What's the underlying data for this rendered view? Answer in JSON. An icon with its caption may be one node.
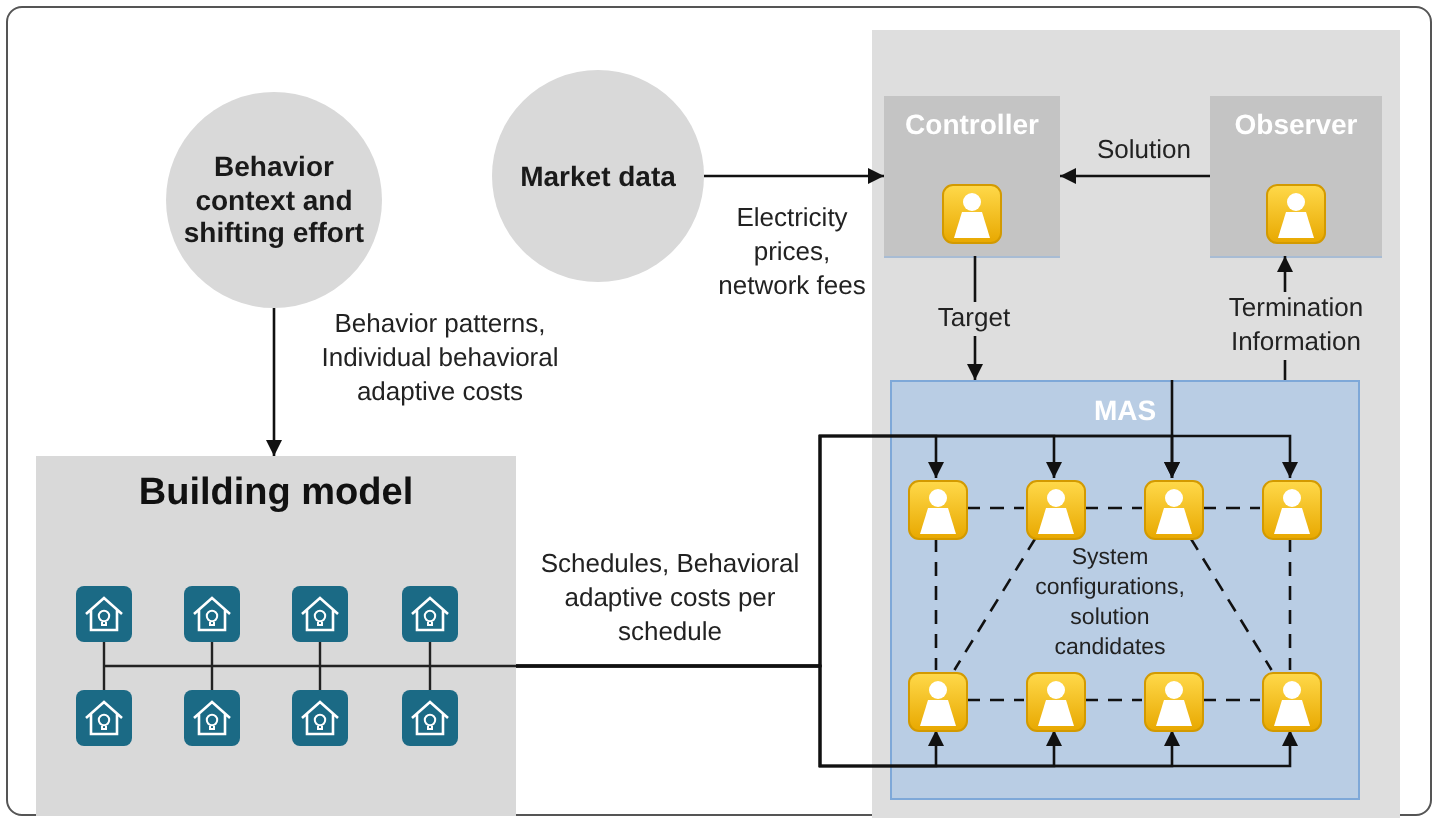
{
  "diagram": {
    "nodes": [
      {
        "text": [
          "Behavior context and shifting effort"
        ]
      },
      {
        "text": [
          "Market data"
        ]
      },
      {
        "text": [],
        "shape": "box"
      },
      {
        "text": [
          "Controller"
        ],
        "in": 2
      },
      {
        "text": [
          "Observer"
        ],
        "in": 2
      },
      {
        "text": [
          "MAS"
        ],
        "in": 2
      },
      {
        "text": [],
        "shape": "person",
        "in": 5
      },
      {
        "text": [],
        "shape": "person",
        "in": 5
      },
      {
        "text": [],
        "shape": "person",
        "in": 5
      },
      {
        "text": [],
        "shape": "person",
        "in": 5
      },
      {
        "text": [],
        "shape": "person",
        "in": 5
      },
      {
        "text": [],
        "shape": "person",
        "in": 5
      },
      {
        "text": [],
        "shape": "person",
        "in": 5
      },
      {
        "text": [],
        "shape": "person",
        "in": 5
      },
      {
        "text": [
          "Building model"
        ]
      }
    ],
    "edges": [
      {
        "from": 0,
        "to": 14,
        "arrow": "to",
        "label": "Behavior patterns, Individual behavioral adaptive costs"
      },
      {
        "from": 1,
        "to": 3,
        "arrow": "to",
        "label": "Electricity prices, network fees"
      },
      {
        "from": 4,
        "to": 3,
        "arrow": "to",
        "label": "Solution"
      },
      {
        "from": 3,
        "to": 5,
        "arrow": "to",
        "label": "Target"
      },
      {
        "from": 5,
        "to": 4,
        "arrow": "to",
        "label": "Termination Information"
      },
      {
        "from": 5,
        "to": 8,
        "arrow": "to"
      },
      {
        "from": 14,
        "to": 6,
        "arrow": "to",
        "label": "Schedules, Behavioral adaptive costs per schedule"
      },
      {
        "from": 14,
        "to": 7,
        "arrow": "to"
      },
      {
        "from": 14,
        "to": 8,
        "arrow": "to"
      },
      {
        "from": 14,
        "to": 9,
        "arrow": "to"
      },
      {
        "from": 14,
        "to": 10,
        "arrow": "to"
      },
      {
        "from": 14,
        "to": 11,
        "arrow": "to"
      },
      {
        "from": 14,
        "to": 12,
        "arrow": "to"
      },
      {
        "from": 14,
        "to": 13,
        "arrow": "to"
      },
      {
        "from": 6,
        "to": 7,
        "arrow": "none",
        "style": "dashed"
      },
      {
        "from": 7,
        "to": 8,
        "arrow": "none",
        "style": "dashed"
      },
      {
        "from": 8,
        "to": 9,
        "arrow": "none",
        "style": "dashed"
      },
      {
        "from": 10,
        "to": 11,
        "arrow": "none",
        "style": "dashed"
      },
      {
        "from": 11,
        "to": 12,
        "arrow": "none",
        "style": "dashed"
      },
      {
        "from": 12,
        "to": 13,
        "arrow": "none",
        "style": "dashed"
      },
      {
        "from": 6,
        "to": 10,
        "arrow": "none",
        "style": "dashed"
      },
      {
        "from": 9,
        "to": 13,
        "arrow": "none",
        "style": "dashed"
      },
      {
        "from": 7,
        "to": 10,
        "arrow": "none",
        "style": "dashed"
      },
      {
        "from": 8,
        "to": 13,
        "arrow": "none",
        "style": "dashed"
      }
    ],
    "labels": [
      "System configurations, solution candidates"
    ]
  }
}
